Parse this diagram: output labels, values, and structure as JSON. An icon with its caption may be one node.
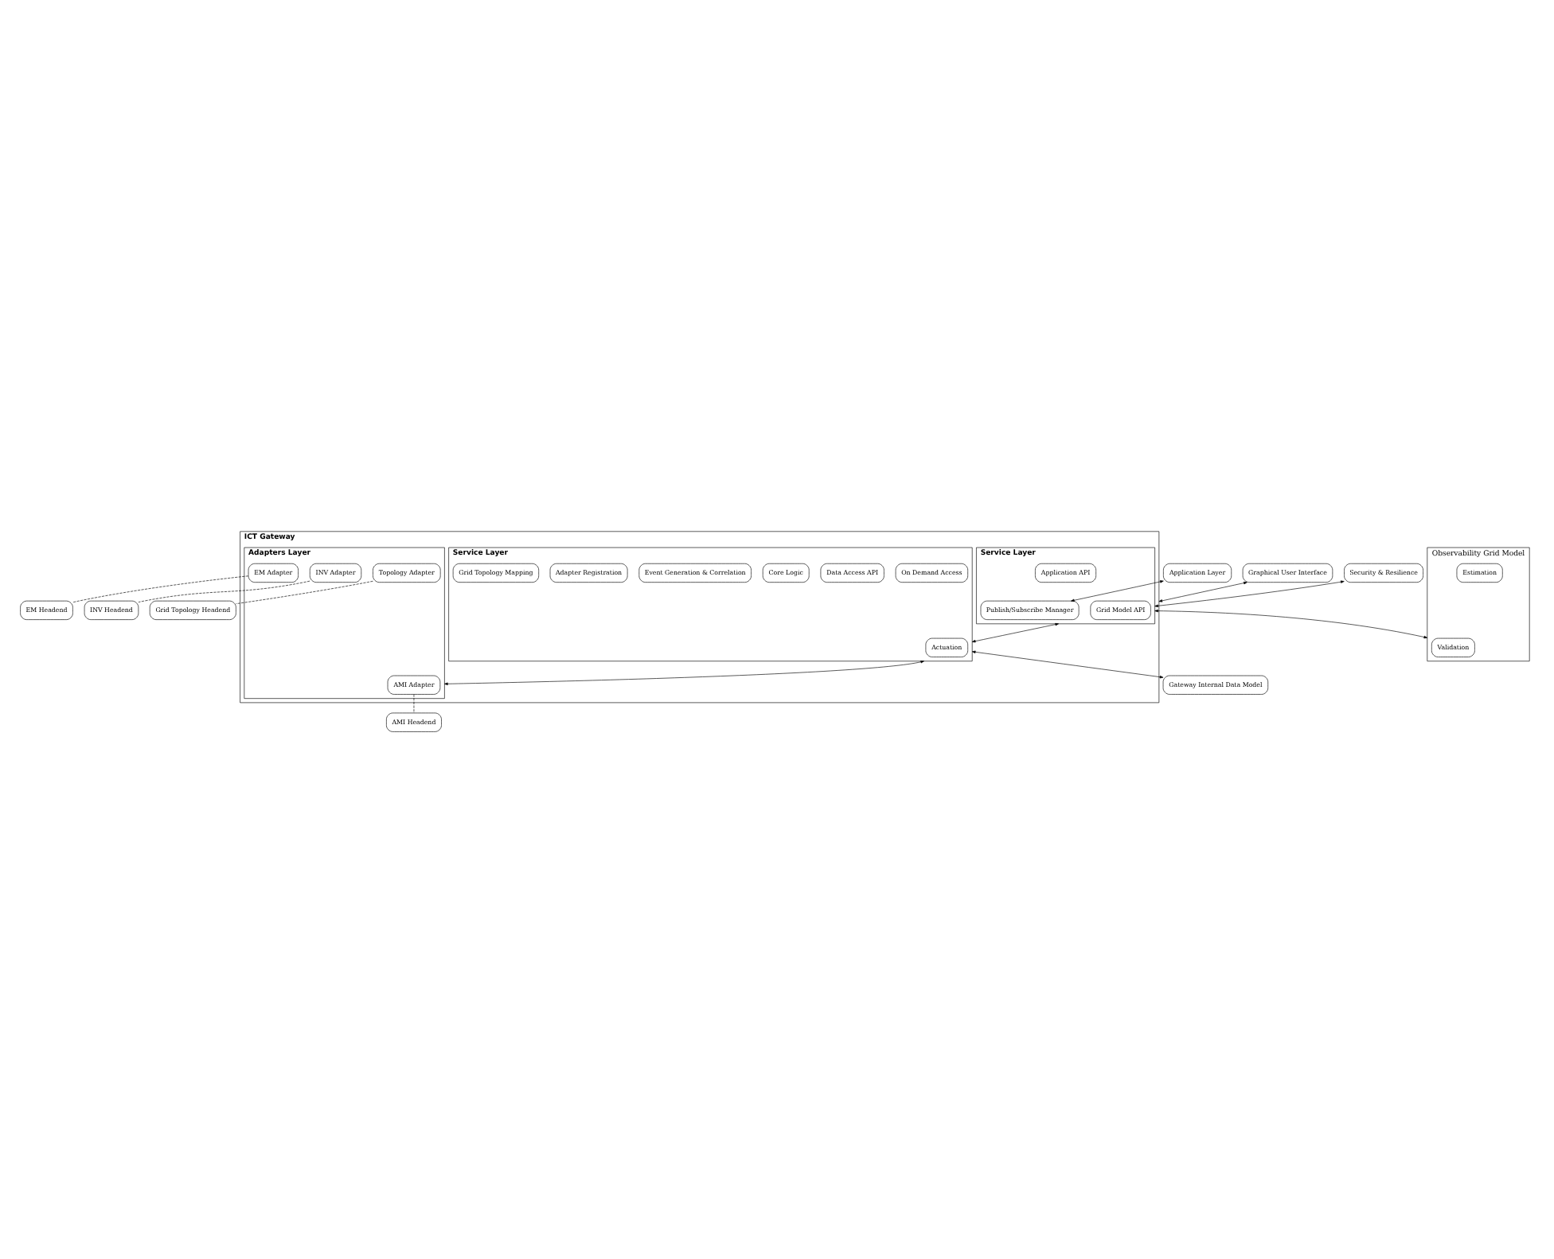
{
  "diagram": {
    "nodes": [
      {
        "text": [
          "Graphical User Interface"
        ]
      },
      {
        "text": [
          "Application Layer"
        ]
      },
      {
        "text": [
          "ICT Gateway"
        ]
      },
      {
        "text": [
          "Service Layer"
        ],
        "in": 2
      },
      {
        "text": [
          "Grid Model API"
        ],
        "in": 3
      },
      {
        "text": [
          "Application API"
        ],
        "in": 3
      },
      {
        "text": [
          "Publish/Subscribe Manager"
        ],
        "in": 3
      },
      {
        "text": [
          "Service Layer"
        ],
        "in": 2
      },
      {
        "text": [
          "Actuation"
        ],
        "in": 7
      },
      {
        "text": [
          "On Demand Access"
        ],
        "in": 7
      },
      {
        "text": [
          "Data Access API"
        ],
        "in": 7
      },
      {
        "text": [
          "Core Logic"
        ],
        "in": 7
      },
      {
        "text": [
          "Event Generation & Correlation"
        ],
        "in": 7
      },
      {
        "text": [
          "Adapter Registration"
        ],
        "in": 7
      },
      {
        "text": [
          "Grid Topology Mapping"
        ],
        "in": 7
      },
      {
        "text": [
          "Adapters Layer"
        ],
        "in": 2
      },
      {
        "text": [
          "AMI Adapter"
        ],
        "in": 15
      },
      {
        "text": [
          "EM Adapter"
        ],
        "in": 15
      },
      {
        "text": [
          "INV Adapter"
        ],
        "in": 15
      },
      {
        "text": [
          "Topology Adapter"
        ],
        "in": 15
      },
      {
        "text": [
          "Security & Resilience"
        ]
      },
      {
        "text": [
          "Observability Grid Model"
        ]
      },
      {
        "text": [
          "Validation"
        ],
        "in": 21
      },
      {
        "text": [
          "Estimation"
        ],
        "in": 21
      },
      {
        "text": [
          "Gateway Internal Data Model"
        ]
      },
      {
        "text": [
          "AMI Headend"
        ]
      },
      {
        "text": [
          "EM Headend"
        ]
      },
      {
        "text": [
          "INV Headend"
        ]
      },
      {
        "text": [
          "Grid Topology Headend"
        ]
      }
    ],
    "edges": [
      {
        "from": 0,
        "to": 2,
        "arrow": "both"
      },
      {
        "from": 1,
        "to": 6,
        "arrow": "both"
      },
      {
        "from": 20,
        "to": 3,
        "arrow": "both"
      },
      {
        "from": 3,
        "to": 21,
        "arrow": "both"
      },
      {
        "from": 3,
        "to": 7,
        "arrow": "both"
      },
      {
        "from": 7,
        "to": 24,
        "arrow": "both"
      },
      {
        "from": 7,
        "to": 15,
        "arrow": "both"
      },
      {
        "from": 16,
        "to": 25,
        "arrow": "none",
        "style": "dashed"
      },
      {
        "from": 17,
        "to": 26,
        "arrow": "none",
        "style": "dashed"
      },
      {
        "from": 18,
        "to": 27,
        "arrow": "none",
        "style": "dashed"
      },
      {
        "from": 19,
        "to": 28,
        "arrow": "none",
        "style": "dashed"
      }
    ]
  }
}
